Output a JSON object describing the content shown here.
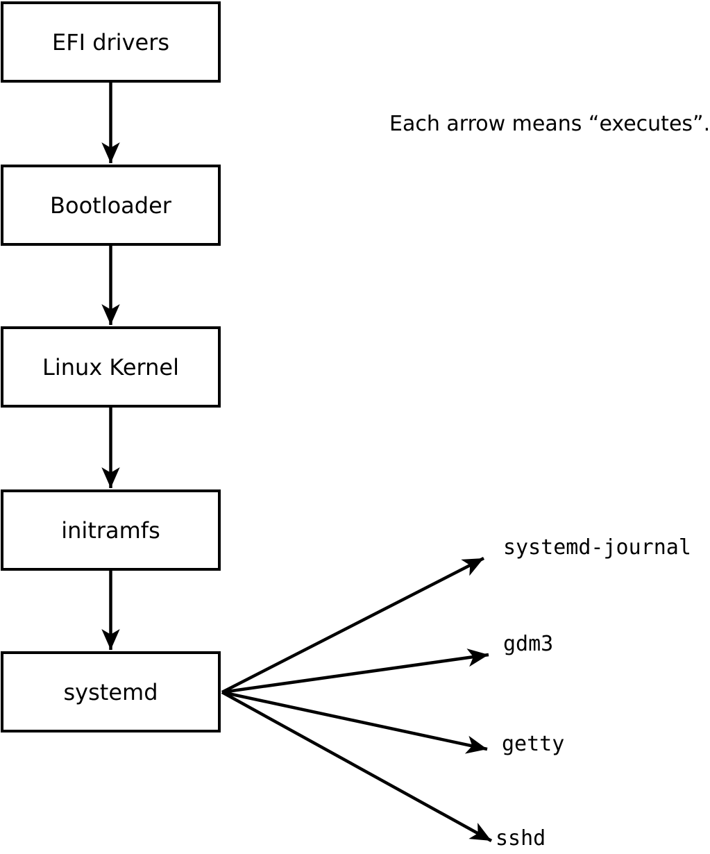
{
  "diagram": {
    "annotation": "Each arrow means “executes”.",
    "boxes": [
      {
        "label": "EFI drivers"
      },
      {
        "label": "Bootloader"
      },
      {
        "label": "Linux Kernel"
      },
      {
        "label": "initramfs"
      },
      {
        "label": "systemd"
      }
    ],
    "targets": [
      {
        "label": "systemd-journal"
      },
      {
        "label": "gdm3"
      },
      {
        "label": "getty"
      },
      {
        "label": "sshd"
      }
    ],
    "colors": {
      "stroke": "#000000",
      "background": "#ffffff"
    }
  }
}
